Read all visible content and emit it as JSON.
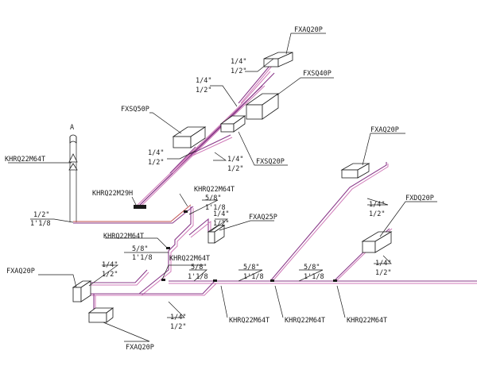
{
  "labels": {
    "fxaq20p_top": "FXAQ20P",
    "fxsq40p": "FXSQ40P",
    "fxsq50p": "FXSQ50P",
    "fxsq20p": "FXSQ20P",
    "fxaq20p_right": "FXAQ20P",
    "fxdq20p": "FXDQ20P",
    "fxaq25p": "FXAQ25P",
    "fxaq20p_left": "FXAQ20P",
    "fxaq20p_bottom": "FXAQ20P",
    "khrq_left": "KHRQ22M64T",
    "khrq29h": "KHRQ22M29H",
    "khrq_center1": "KHRQ22M64T",
    "khrq_center2": "KHRQ22M64T",
    "khrq_center3": "KHRQ22M64T",
    "khrq_b1": "KHRQ22M64T",
    "khrq_b2": "KHRQ22M64T",
    "khrq_b3": "KHRQ22M64T",
    "riser_label": "A"
  },
  "sizes": {
    "s1_top": "1/4\"",
    "s1_bot": "1/2\"",
    "s2_top": "1/4\"",
    "s2_bot": "1/2\"",
    "s3_top": "1/4\"",
    "s3_bot": "1/2\"",
    "s4_top": "1/4\"",
    "s4_bot": "1/2\"",
    "main_top": "1/2\"",
    "main_bot": "1'1/8",
    "s5_top": "5/8\"",
    "s5_bot": "1'1/8",
    "s6_top": "1/4\"",
    "s6_bot": "1/2\"",
    "s7_top": "5/8\"",
    "s7_bot": "1'1/8",
    "s8_top": "5/8\"",
    "s8_bot": "1'1/8",
    "s9_top": "5/8\"",
    "s9_bot": "1'1/8",
    "s10_top": "5/8\"",
    "s10_bot": "1'1/8",
    "s11_top": "1/4\"",
    "s11_bot": "1/2\"",
    "s12_top": "1/4\"",
    "s12_bot": "1/2\"",
    "s13_top": "1/4\"",
    "s13_bot": "1/2\"",
    "s14_top": "1/4\"",
    "s14_bot": "1/2\""
  }
}
